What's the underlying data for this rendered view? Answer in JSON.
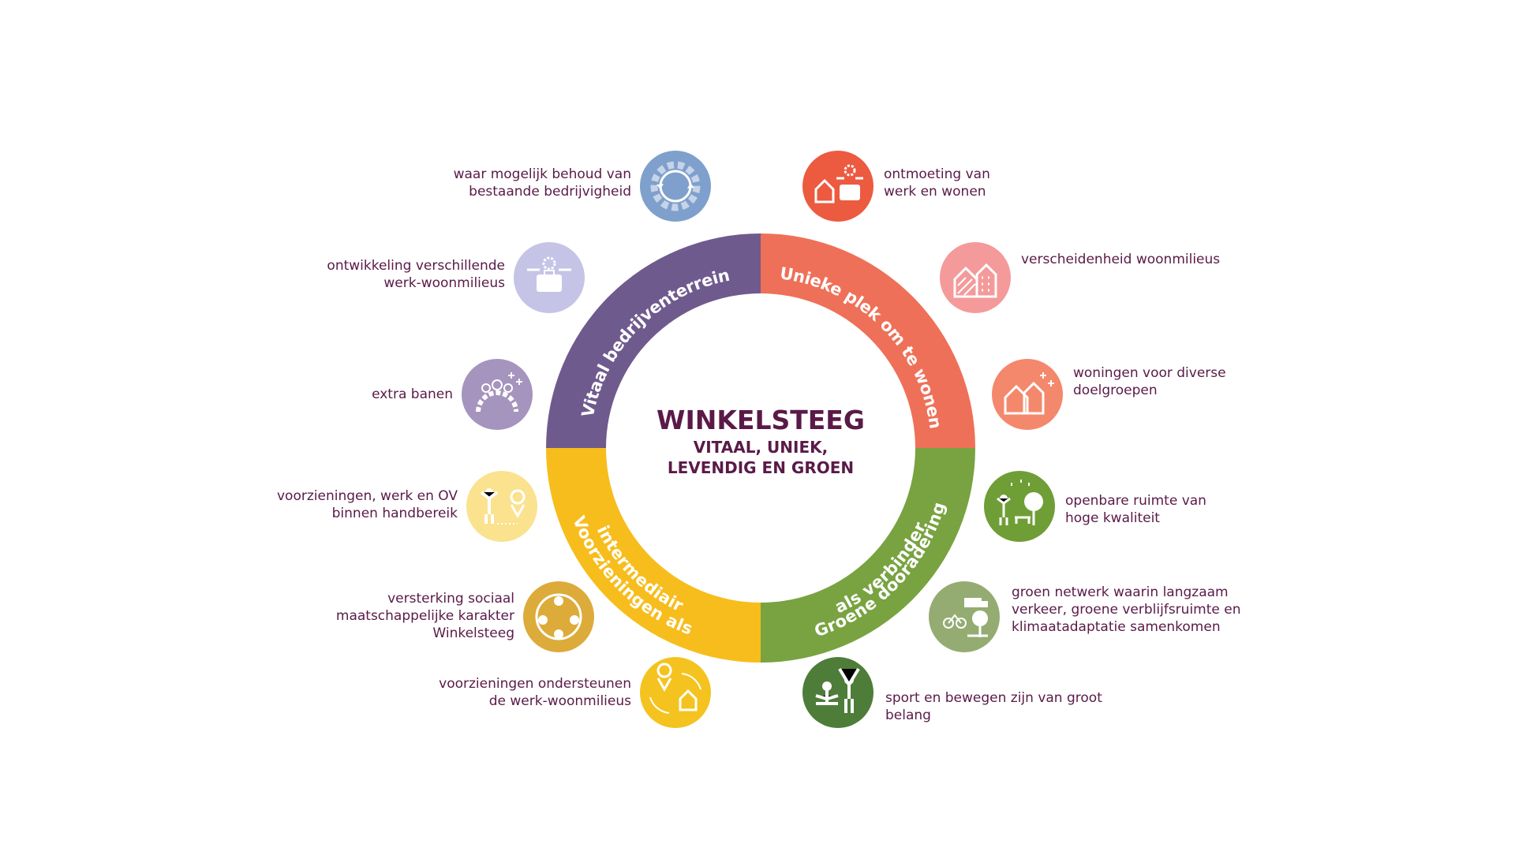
{
  "center": {
    "title": "WINKELSTEEG",
    "subtitle_lines": [
      "VITAAL, UNIEK,",
      "LEVENDIG EN GROEN"
    ]
  },
  "segments": [
    {
      "id": "vitaal",
      "label": "Vitaal bedrijventerrein",
      "color": "#6f5a8e"
    },
    {
      "id": "uniek",
      "label": "Unieke plek om te wonen",
      "color": "#ef7058"
    },
    {
      "id": "groen",
      "label_lines": [
        "Groene dooradering",
        "als verbinder"
      ],
      "color": "#78a340"
    },
    {
      "id": "voorz",
      "label_lines": [
        "Voorzieningen als",
        "intermediair"
      ],
      "color": "#f7bd1d"
    }
  ],
  "items": [
    {
      "id": "behoud",
      "lines": [
        "waar mogelijk behoud van",
        "bestaande bedrijvigheid"
      ],
      "color": "#7fa0cc",
      "icon": "gear-cycle-icon"
    },
    {
      "id": "ontwikkeling",
      "lines": [
        "ontwikkeling verschillende",
        "werk-woonmilieus"
      ],
      "color": "#c5c3e6",
      "icon": "toolbox-gear-icon"
    },
    {
      "id": "banen",
      "lines": [
        "extra banen"
      ],
      "color": "#a594bd",
      "icon": "people-gear-icon"
    },
    {
      "id": "handbereik",
      "lines": [
        "voorzieningen, werk en OV",
        "binnen handbereik"
      ],
      "color": "#fbe28f",
      "icon": "person-location-icon"
    },
    {
      "id": "sociaal",
      "lines": [
        "versterking sociaal",
        "maatschappelijke karakter",
        "Winkelsteeg"
      ],
      "color": "#dcab3a",
      "icon": "community-circle-icon"
    },
    {
      "id": "ondersteunen",
      "lines": [
        "voorzieningen ondersteunen",
        "de werk-woonmilieus"
      ],
      "color": "#f4c31f",
      "icon": "location-house-cycle-icon"
    },
    {
      "id": "ontmoeting",
      "lines": [
        "ontmoeting van",
        "werk en wonen"
      ],
      "color": "#ec5a40",
      "icon": "house-toolbox-icon"
    },
    {
      "id": "verscheidenheid",
      "lines": [
        "verscheidenheid woonmilieus"
      ],
      "color": "#f49a9a",
      "icon": "houses-pattern-icon"
    },
    {
      "id": "woningen",
      "lines": [
        "woningen voor diverse",
        "doelgroepen"
      ],
      "color": "#f4886c",
      "icon": "houses-plus-icon"
    },
    {
      "id": "openbare",
      "lines": [
        "openbare ruimte van",
        "hoge kwaliteit"
      ],
      "color": "#6f9e36",
      "icon": "person-tree-bench-icon"
    },
    {
      "id": "netwerk",
      "lines": [
        "groen netwerk waarin langzaam",
        "verkeer, groene verblijfsruimte en",
        "klimaatadaptatie samenkomen"
      ],
      "color": "#94ac72",
      "icon": "bike-truck-tree-icon"
    },
    {
      "id": "sport",
      "lines": [
        "sport en bewegen zijn van groot",
        "belang"
      ],
      "color": "#4e7d3a",
      "icon": "yoga-cheer-icon"
    }
  ]
}
